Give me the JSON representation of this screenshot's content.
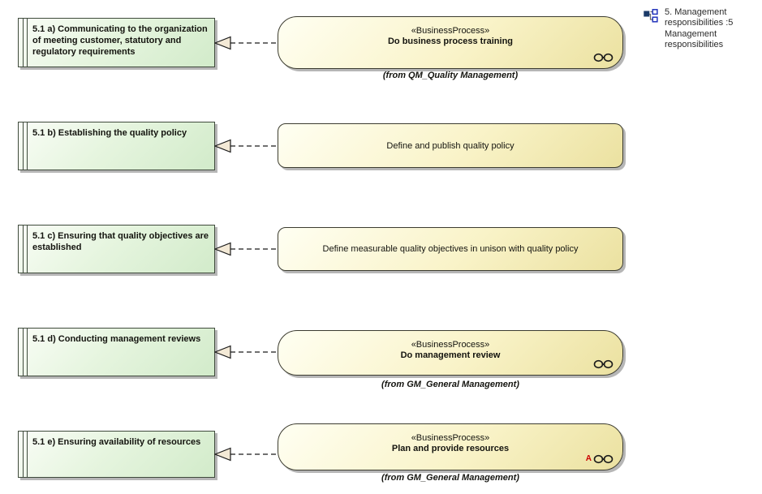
{
  "legend": {
    "icon": "diagram-hierarchy-icon",
    "label": "5. Management responsibilities :5 Management responsibilities"
  },
  "rows": [
    {
      "requirement": "5.1 a) Communicating to the organization of meeting customer, statutory and regulatory requirements",
      "process": {
        "stereotype": "«BusinessProcess»",
        "name": "Do business process training",
        "from": "(from QM_Quality Management)",
        "link_icon": "chain-link-icon"
      }
    },
    {
      "requirement": "5.1 b) Establishing the quality policy",
      "process": {
        "name": "Define and publish quality policy"
      }
    },
    {
      "requirement": "5.1 c) Ensuring that quality objectives are established",
      "process": {
        "name": "Define measurable quality objectives in unison with quality policy"
      }
    },
    {
      "requirement": "5.1 d) Conducting management reviews",
      "process": {
        "stereotype": "«BusinessProcess»",
        "name": "Do management review",
        "from": "(from GM_General Management)",
        "link_icon": "chain-link-icon"
      }
    },
    {
      "requirement": "5.1 e) Ensuring availability of resources",
      "process": {
        "stereotype": "«BusinessProcess»",
        "name": "Plan and provide resources",
        "from": "(from GM_General Management)",
        "badge": "A",
        "link_icon": "chain-link-icon"
      }
    }
  ],
  "colors": {
    "requirement_fill_start": "#f9fdf6",
    "requirement_fill_end": "#d2ebca",
    "process_fill_start": "#fffff2",
    "process_fill_end": "#ebe1a0",
    "border_green": "#3f4a3c",
    "border_yellow": "#3c3c30",
    "shadow": "#b6b6b6",
    "connector": "#1a1a1a",
    "arrowhead_fill": "#f3e9d6",
    "badge_red": "#cc0000",
    "legend_blue": "#2233bb",
    "legend_navy": "#1a3a68"
  }
}
